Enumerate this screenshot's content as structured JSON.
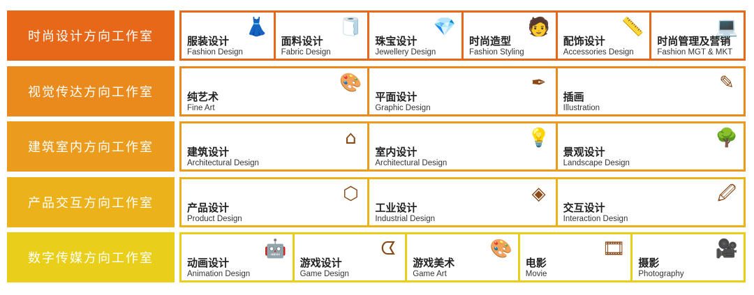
{
  "rows": [
    {
      "title": "时尚设计方向工作室",
      "color": "#E8681A",
      "items": [
        {
          "zh": "服装设计",
          "en": "Fashion Design",
          "icon": "dress-icon",
          "glyph": "👗"
        },
        {
          "zh": "面料设计",
          "en": "Fabric Design",
          "icon": "fabric-roll-icon",
          "glyph": "🧻"
        },
        {
          "zh": "珠宝设计",
          "en": "Jewellery Design",
          "icon": "necklace-icon",
          "glyph": "💎"
        },
        {
          "zh": "时尚造型",
          "en": "Fashion Styling",
          "icon": "stylist-icon",
          "glyph": "🧑"
        },
        {
          "zh": "配饰设计",
          "en": "Accessories Design",
          "icon": "accessory-icon",
          "glyph": "📏"
        },
        {
          "zh": "时尚管理及营销",
          "en": "Fashion MGT & MKT",
          "icon": "laptop-icon",
          "glyph": "💻"
        }
      ]
    },
    {
      "title": "视觉传达方向工作室",
      "color": "#EA8A1C",
      "items": [
        {
          "zh": "纯艺术",
          "en": "Fine Art",
          "icon": "easel-icon",
          "glyph": "🎨"
        },
        {
          "zh": "平面设计",
          "en": "Graphic Design",
          "icon": "pen-nib-icon",
          "glyph": "✒"
        },
        {
          "zh": "插画",
          "en": "Illustration",
          "icon": "pencil-hand-icon",
          "glyph": "✎"
        }
      ]
    },
    {
      "title": "建筑室内方向工作室",
      "color": "#EB9C1C",
      "items": [
        {
          "zh": "建筑设计",
          "en": "Architectural Design",
          "icon": "house-ruler-icon",
          "glyph": "⌂"
        },
        {
          "zh": "室内设计",
          "en": "Architectural Design",
          "icon": "lamp-icon",
          "glyph": "💡"
        },
        {
          "zh": "景观设计",
          "en": "Landscape Design",
          "icon": "building-tree-icon",
          "glyph": "🌳"
        }
      ]
    },
    {
      "title": "产品交互方向工作室",
      "color": "#ECB21A",
      "items": [
        {
          "zh": "产品设计",
          "en": "Product Design",
          "icon": "cube-network-icon",
          "glyph": "⬡"
        },
        {
          "zh": "工业设计",
          "en": "Industrial Design",
          "icon": "layers-icon",
          "glyph": "◈"
        },
        {
          "zh": "交互设计",
          "en": "Interaction Design",
          "icon": "browser-edit-icon",
          "glyph": "🖉"
        }
      ]
    },
    {
      "title": "数字传媒方向工作室",
      "color": "#E9CF1A",
      "items": [
        {
          "zh": "动画设计",
          "en": "Animation Design",
          "icon": "robot-icon",
          "glyph": "🤖"
        },
        {
          "zh": "游戏设计",
          "en": "Game Design",
          "icon": "pacman-icon",
          "glyph": "ᗧ"
        },
        {
          "zh": "游戏美术",
          "en": "Game Art",
          "icon": "palette-icon",
          "glyph": "🎨"
        },
        {
          "zh": "电影",
          "en": "Movie",
          "icon": "film-reel-icon",
          "glyph": "🎞"
        },
        {
          "zh": "摄影",
          "en": "Photography",
          "icon": "video-camera-icon",
          "glyph": "🎥"
        }
      ]
    }
  ]
}
